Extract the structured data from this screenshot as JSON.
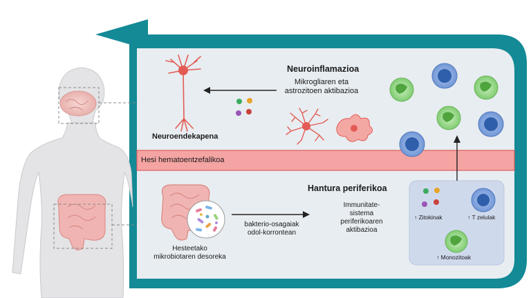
{
  "diagram": {
    "neuroinflammation_title": "Neuroinflamazioa",
    "microglia_activation": [
      "Mikrogliaren eta",
      "astrozitoen aktibazioa"
    ],
    "neurodegeneration": "Neuroendekapena",
    "blood_brain_barrier": "Hesi hematoentzefalikoa",
    "peripheral_inflammation_title": "Hantura periferikoa",
    "immune_activation": [
      "Immunitate-",
      "sistema",
      "periferikoaren",
      "aktibazioa"
    ],
    "bacterial_components": [
      "bakterio-osagaiak",
      "odol-korrontean"
    ],
    "gut_dysbiosis": [
      "Hesteetako",
      "mikrobiotaren desoreka"
    ],
    "cytokines": "↑ Zitokinak",
    "t_cells": "↑ T zelulak",
    "monocytes": "↑ Monozitoak"
  },
  "colors": {
    "frame_teal": "#138a96",
    "panel_bg": "#e8edf1",
    "barrier_fill": "#f4a4a2",
    "barrier_stroke": "#d9605c",
    "immune_box": "#cfd9ec",
    "neuron_red": "#e35b54",
    "body_gray": "#e4e4e6",
    "organ_pink": "#f0b5b2",
    "monocyte_green": "#8ed67f",
    "tcell_blue": "#3d6fb8"
  }
}
